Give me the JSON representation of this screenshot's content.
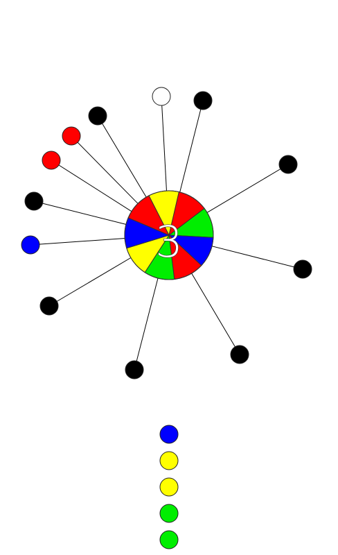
{
  "level": {
    "number": "3"
  },
  "colors": {
    "red": "#ff0000",
    "yellow": "#ffff00",
    "green": "#00ee00",
    "blue": "#0000ff",
    "black": "#000000",
    "empty": "#ffffff"
  },
  "wheel": {
    "segment_colors": [
      "yellow",
      "red",
      "green",
      "blue",
      "red",
      "green",
      "yellow",
      "blue",
      "red"
    ]
  },
  "stuck_pins": [
    {
      "color": "empty"
    },
    {
      "color": "black"
    },
    {
      "color": "black"
    },
    {
      "color": "black"
    },
    {
      "color": "black"
    },
    {
      "color": "black"
    },
    {
      "color": "black"
    },
    {
      "color": "black"
    },
    {
      "color": "blue"
    },
    {
      "color": "black"
    },
    {
      "color": "red"
    },
    {
      "color": "red"
    },
    {
      "color": "black"
    }
  ],
  "queue": [
    {
      "color": "blue"
    },
    {
      "color": "yellow"
    },
    {
      "color": "yellow"
    },
    {
      "color": "green"
    },
    {
      "color": "green"
    }
  ]
}
